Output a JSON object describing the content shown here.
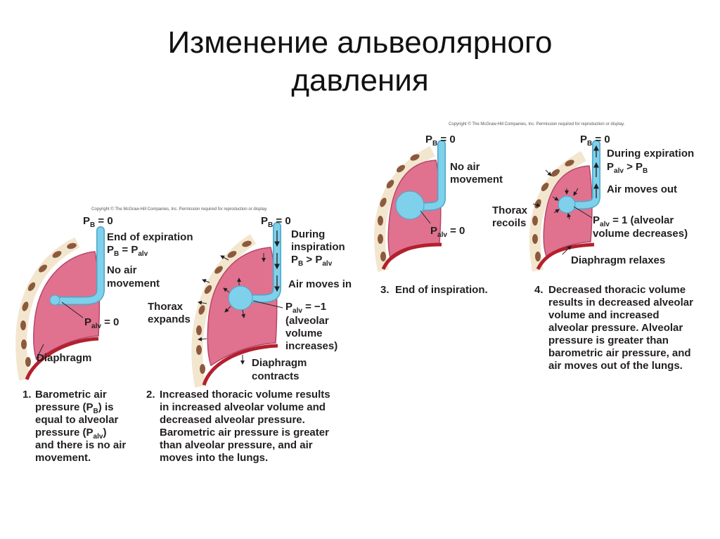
{
  "slide": {
    "title_line1": "Изменение альвеолярного",
    "title_line2": "давления"
  },
  "copyright": "Copyright © The McGraw-Hill Companies, Inc. Permission required for reproduction or display.",
  "panel1": {
    "pb": "P",
    "pb_sub": "B",
    "pb_val": " = 0",
    "end_exp": "End of expiration",
    "eq_p1": "P",
    "eq_s1": "B",
    "eq_mid": " = P",
    "eq_s2": "alv",
    "no_air_1": "No air",
    "no_air_2": "movement",
    "palv": "P",
    "palv_sub": "alv",
    "palv_val": " = 0",
    "diaphragm": "Diaphragm",
    "num": "1.",
    "caption": [
      "Barometric air",
      "pressure (P",
      "equal to alveolar",
      "pressure (P",
      "and there is no air",
      "movement."
    ],
    "cap_sub_b": "B",
    "cap_after_b": ") is",
    "cap_sub_alv": "alv",
    "cap_after_alv": ")"
  },
  "panel2": {
    "pb": "P",
    "pb_sub": "B",
    "pb_val": " = 0",
    "during_1": "During",
    "during_2": "inspiration",
    "ineq_p1": "P",
    "ineq_s1": "B",
    "ineq_mid": " > P",
    "ineq_s2": "alv",
    "air_in": "Air moves in",
    "thorax_1": "Thorax",
    "thorax_2": "expands",
    "palv": "P",
    "palv_sub": "alv",
    "palv_val": " = −1",
    "alv_1": "(alveolar",
    "alv_2": "volume",
    "alv_3": "increases)",
    "diaphragm_1": "Diaphragm",
    "diaphragm_2": "contracts",
    "num": "2.",
    "caption": [
      "Increased thoracic volume results",
      "in increased alveolar volume and",
      "decreased alveolar pressure.",
      "Barometric air pressure is greater",
      "than alveolar pressure, and air",
      "moves into the lungs."
    ]
  },
  "panel3": {
    "pb": "P",
    "pb_sub": "B",
    "pb_val": " = 0",
    "no_air_1": "No air",
    "no_air_2": "movement",
    "palv": "P",
    "palv_sub": "alv",
    "palv_val": " = 0",
    "num": "3.",
    "caption": [
      "End of inspiration."
    ]
  },
  "panel4": {
    "pb": "P",
    "pb_sub": "B",
    "pb_val": " = 0",
    "during": "During expiration",
    "ineq_p1": "P",
    "ineq_s1": "alv",
    "ineq_mid": " > P",
    "ineq_s2": "B",
    "air_out": "Air moves out",
    "thorax_1": "Thorax",
    "thorax_2": "recoils",
    "palv": "P",
    "palv_sub": "alv",
    "palv_val": " = 1  (alveolar",
    "alv_2": "volume decreases)",
    "diaphragm": "Diaphragm relaxes",
    "num": "4.",
    "caption": [
      "Decreased thoracic volume",
      "results in decreased alveolar",
      "volume and increased",
      "alveolar pressure.  Alveolar",
      "pressure is greater than",
      "barometric air pressure, and",
      "air moves out of the lungs."
    ]
  },
  "colors": {
    "lung": "#e0728f",
    "lung_edge": "#b5476a",
    "airway": "#7fd0ea",
    "airway_edge": "#4aa8c8",
    "diaphragm": "#b3202e",
    "rib": "#8b5a3c",
    "wall": "#f3e6cf"
  }
}
